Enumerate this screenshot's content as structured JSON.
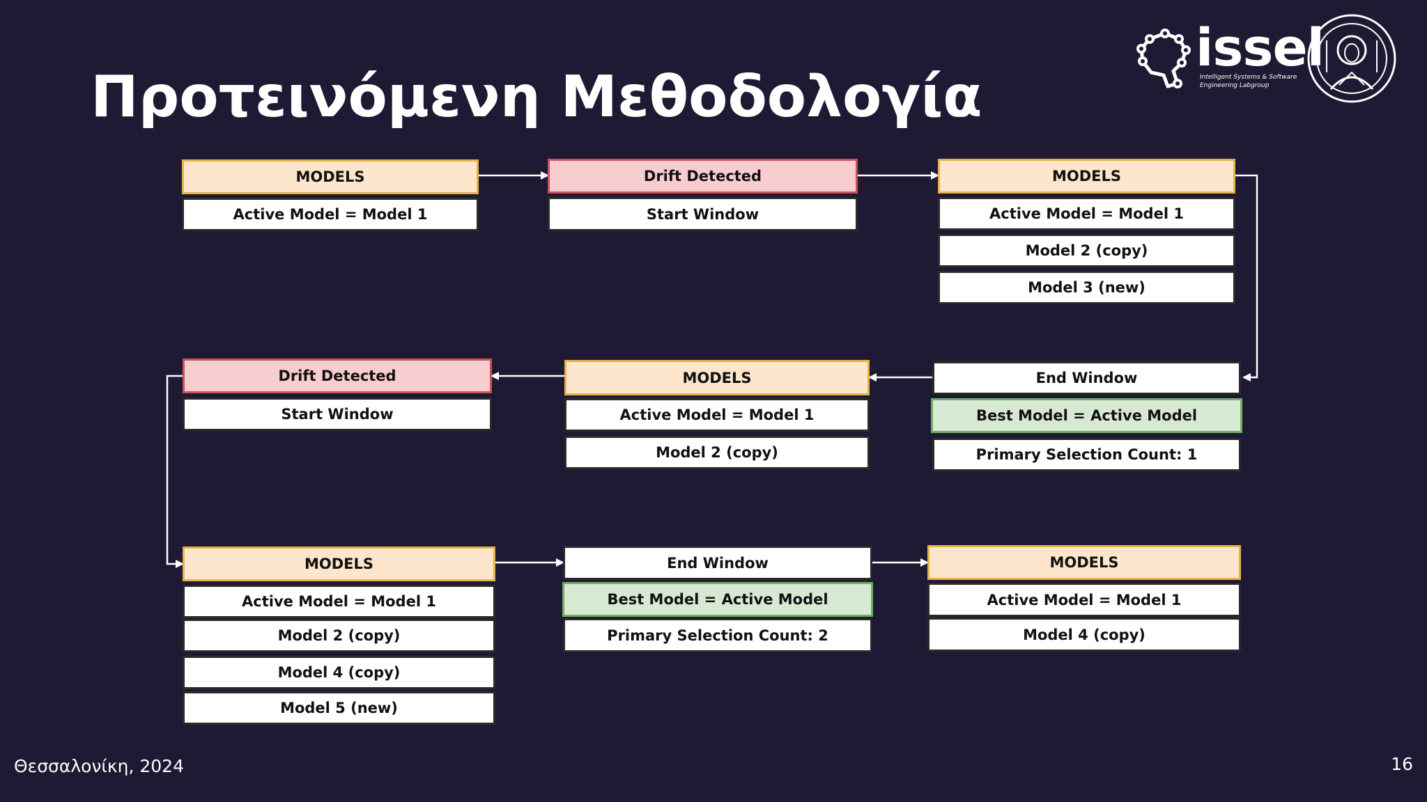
{
  "slide": {
    "title": "Προτεινόμενη Μεθοδολογία",
    "footer_left": "Θεσσαλονίκη, 2024",
    "page_number": "16"
  },
  "logo": {
    "name": "issel",
    "subtitle_line1": "Intelligent Systems & Software",
    "subtitle_line2": "Engineering Labgroup",
    "seal_icon": "university-seal-icon"
  },
  "colors": {
    "background": "#1e1a33",
    "models_fill": "#fde6cc",
    "models_border": "#e4b44a",
    "drift_fill": "#f8cdd0",
    "drift_border": "#c9535a",
    "best_fill": "#d7e9d3",
    "best_border": "#6fae65",
    "arrow": "#ffffff"
  },
  "diagram": {
    "row1": {
      "models_a": {
        "header": "MODELS",
        "items": [
          "Active Model = Model 1"
        ]
      },
      "drift_a": {
        "header": "Drift Detected",
        "items": [
          "Start Window"
        ]
      },
      "models_b": {
        "header": "MODELS",
        "items": [
          "Active Model = Model 1",
          "Model 2 (copy)",
          "Model 3 (new)"
        ]
      }
    },
    "row2": {
      "end_a": {
        "header": "End Window",
        "best": "Best Model = Active Model",
        "count": "Primary Selection Count: 1"
      },
      "models_c": {
        "header": "MODELS",
        "items": [
          "Active Model = Model 1",
          "Model 2 (copy)"
        ]
      },
      "drift_b": {
        "header": "Drift Detected",
        "items": [
          "Start Window"
        ]
      }
    },
    "row3": {
      "models_d": {
        "header": "MODELS",
        "items": [
          "Active Model = Model 1",
          "Model 2 (copy)",
          "Model 4 (copy)",
          "Model 5 (new)"
        ]
      },
      "end_b": {
        "header": "End Window",
        "best": "Best Model = Active Model",
        "count": "Primary Selection Count: 2"
      },
      "models_e": {
        "header": "MODELS",
        "items": [
          "Active Model = Model 1",
          "Model 4 (copy)"
        ]
      }
    }
  }
}
